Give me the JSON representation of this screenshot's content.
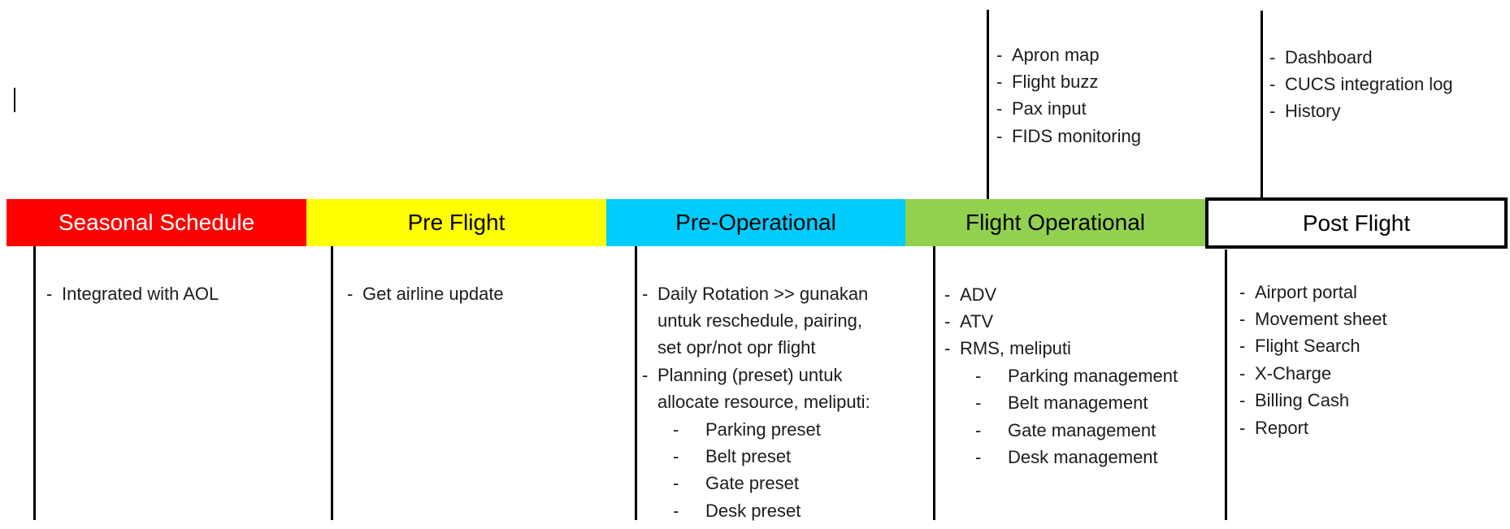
{
  "diagram": {
    "background": "#ffffff",
    "line_color": "#000000",
    "text_color": "#1c1c1c",
    "stages": [
      {
        "label": "Seasonal Schedule",
        "color": "#ff0000",
        "label_color": "#ffffff",
        "items": [
          {
            "text": "Integrated with AOL"
          }
        ]
      },
      {
        "label": "Pre Flight",
        "color": "#ffff00",
        "label_color": "#000000",
        "items": [
          {
            "text": "Get airline update"
          }
        ]
      },
      {
        "label": "Pre-Operational",
        "color": "#00ccff",
        "label_color": "#000000",
        "items": [
          {
            "text": "Daily Rotation >> gunakan"
          },
          {
            "text": "untuk reschedule, pairing,"
          },
          {
            "text": "set opr/not opr flight"
          },
          {
            "text": "Planning (preset) untuk"
          },
          {
            "text": "allocate resource, meliputi:"
          },
          {
            "text": "Parking preset"
          },
          {
            "text": "Belt preset"
          },
          {
            "text": "Gate preset"
          },
          {
            "text": "Desk preset"
          }
        ]
      },
      {
        "label": "Flight Operational",
        "color": "#92d050",
        "label_color": "#000000",
        "top_items": [
          {
            "text": "Apron map"
          },
          {
            "text": "Flight buzz"
          },
          {
            "text": "Pax input"
          },
          {
            "text": "FIDS monitoring"
          }
        ],
        "items": [
          {
            "text": "ADV"
          },
          {
            "text": "ATV"
          },
          {
            "text": "RMS, meliputi"
          },
          {
            "text": "Parking management"
          },
          {
            "text": "Belt management"
          },
          {
            "text": "Gate management"
          },
          {
            "text": "Desk management"
          }
        ]
      },
      {
        "label": "Post Flight",
        "color": "#ffffff",
        "label_color": "#000000",
        "border_color": "#000000",
        "top_items": [
          {
            "text": "Dashboard"
          },
          {
            "text": "CUCS integration log"
          },
          {
            "text": "History"
          }
        ],
        "items": [
          {
            "text": "Airport portal"
          },
          {
            "text": "Movement sheet"
          },
          {
            "text": "Flight Search"
          },
          {
            "text": "X-Charge"
          },
          {
            "text": "Billing Cash"
          },
          {
            "text": "Report"
          }
        ]
      }
    ]
  }
}
